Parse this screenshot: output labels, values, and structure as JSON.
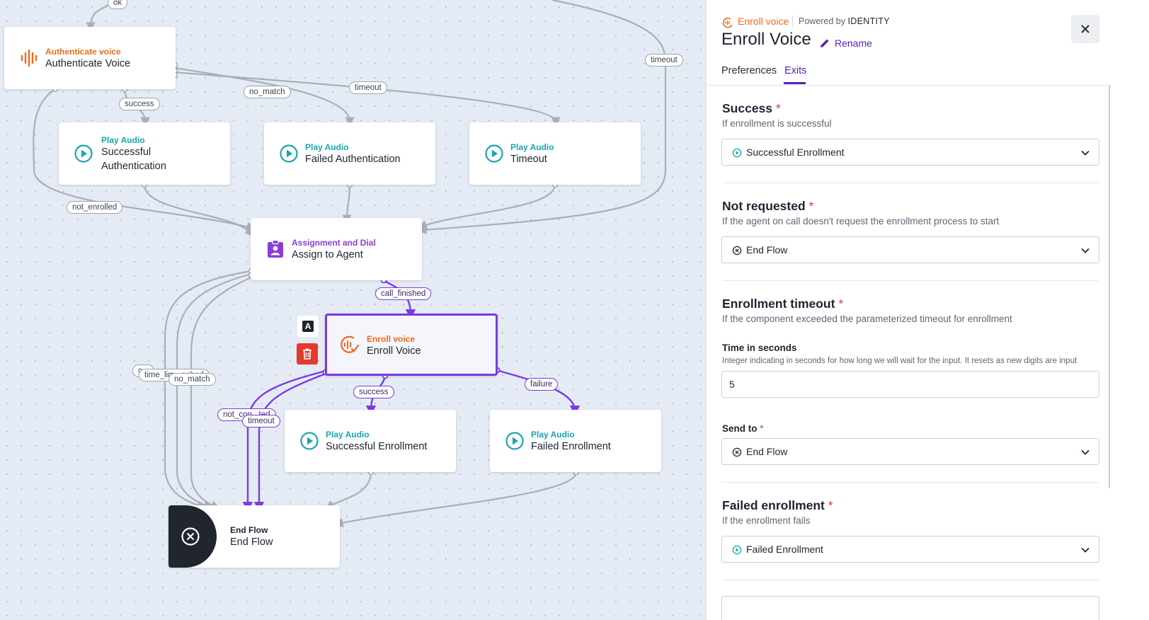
{
  "canvas": {
    "nodes": {
      "authenticate": {
        "type": "Authenticate voice",
        "name": "Authenticate Voice"
      },
      "play_success_auth": {
        "type": "Play Audio",
        "name_line1": "Successful",
        "name_line2": "Authentication"
      },
      "play_failed_auth": {
        "type": "Play Audio",
        "name": "Failed Authentication"
      },
      "play_timeout": {
        "type": "Play Audio",
        "name": "Timeout"
      },
      "assign": {
        "type": "Assignment and Dial",
        "name": "Assign to Agent"
      },
      "enroll": {
        "type": "Enroll voice",
        "name": "Enroll Voice"
      },
      "play_success_enroll": {
        "type": "Play Audio",
        "name": "Successful Enrollment"
      },
      "play_failed_enroll": {
        "type": "Play Audio",
        "name": "Failed Enrollment"
      },
      "end": {
        "type": "End Flow",
        "name": "End Flow"
      }
    },
    "edge_labels": {
      "ok": "ok",
      "success_auth": "success",
      "no_match_auth": "no_match",
      "timeout_auth": "timeout",
      "timeout_right": "timeout",
      "not_enrolled": "not_enrolled",
      "call_finished": "call_finished",
      "success_enroll": "success",
      "failure_enroll": "failure",
      "call_behind": "c...",
      "time_limit": "time_lim...ached",
      "no_match_assign": "no_match",
      "not_connected": "not_con...ted",
      "timeout_enroll": "timeout"
    },
    "tools": {
      "text_tool": "A",
      "delete_tool": "trash-icon"
    }
  },
  "panel": {
    "component_type": "Enroll voice",
    "powered_by_prefix": "Powered by",
    "powered_by_brand": "IDENTITY",
    "title": "Enroll Voice",
    "rename_label": "Rename",
    "tabs": [
      "Preferences",
      "Exits"
    ],
    "active_tab": "Exits",
    "sections": [
      {
        "title": "Success",
        "required_mark": "*",
        "description": "If enrollment is successful",
        "selected": "Successful Enrollment",
        "selected_icon": "play-icon"
      },
      {
        "title": "Not requested",
        "required_mark": "*",
        "description": "If the agent on call doesn't request the enrollment process to start",
        "selected": "End Flow",
        "selected_icon": "end-flow-icon"
      },
      {
        "title": "Enrollment timeout",
        "required_mark": "*",
        "description": "If the component exceeded the parameterized timeout for enrollment",
        "time_label": "Time in seconds",
        "time_help": "Integer indicating in seconds for how long we will wait for the input. It resets as new digits are input",
        "time_value": "5",
        "send_to_label": "Send to",
        "send_to_required": "*",
        "send_to_selected": "End Flow",
        "send_to_icon": "end-flow-icon"
      },
      {
        "title": "Failed enrollment",
        "required_mark": "*",
        "description": "If the enrollment fails",
        "selected": "Failed Enrollment",
        "selected_icon": "play-icon"
      }
    ]
  },
  "colors": {
    "accent_purple": "#7b3ae0",
    "orange": "#f26a1b",
    "teal": "#1aa5b0",
    "required_red": "#e03a3a",
    "edge_gray": "#a9afb8"
  }
}
